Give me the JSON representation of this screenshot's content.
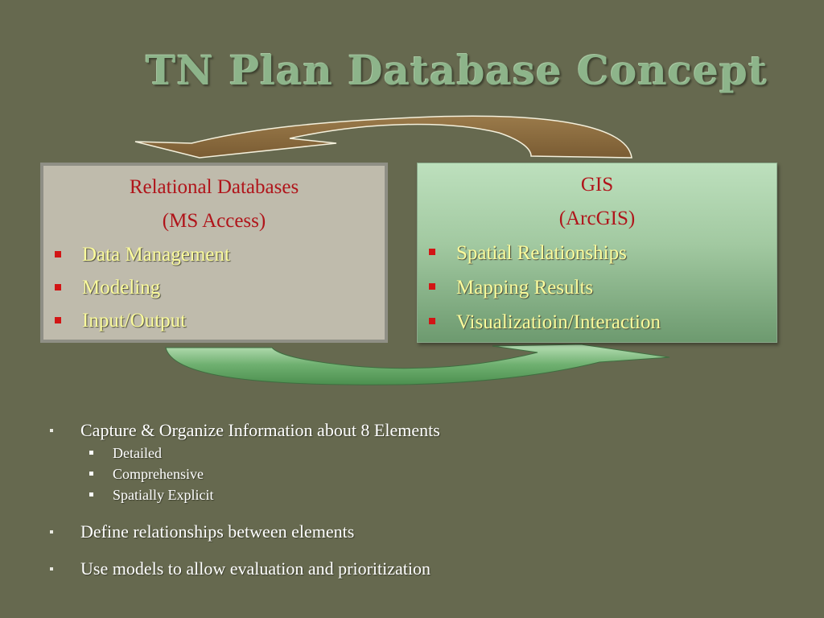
{
  "slide": {
    "title": "TN Plan Database Concept"
  },
  "left_box": {
    "heading_line1": "Relational Databases",
    "heading_line2": "(MS Access)",
    "items": [
      "Data Management",
      "Modeling",
      "Input/Output"
    ]
  },
  "right_box": {
    "heading_line1": "GIS",
    "heading_line2": "(ArcGIS)",
    "items": [
      "Spatial Relationships",
      "Mapping Results",
      "Visualizatioin/Interaction"
    ]
  },
  "bullets": {
    "main1": "Capture & Organize Information about 8 Elements",
    "sub": [
      "Detailed",
      "Comprehensive",
      "Spatially Explicit"
    ],
    "main2": "Define relationships between elements",
    "main3": "Use models to allow evaluation and prioritization"
  },
  "colors": {
    "background": "#66694f",
    "title": "#8db48a",
    "heading_red": "#b0141a",
    "item_yellow": "#fbfb9c",
    "arrow_brown": "#8a6a3e",
    "arrow_green": "#5fa261"
  }
}
